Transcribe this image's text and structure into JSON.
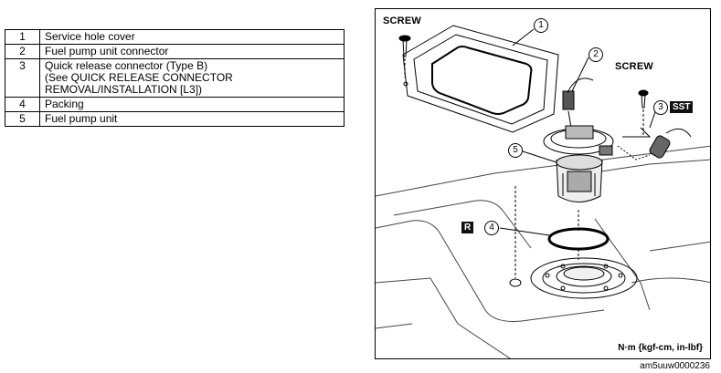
{
  "parts_table": {
    "rows": [
      {
        "number": "1",
        "description": "Service hole cover"
      },
      {
        "number": "2",
        "description": "Fuel pump unit connector"
      },
      {
        "number": "3",
        "description": "Quick release connector (Type B)\n(See QUICK RELEASE CONNECTOR\nREMOVAL/INSTALLATION [L3])"
      },
      {
        "number": "4",
        "description": "Packing"
      },
      {
        "number": "5",
        "description": "Fuel pump unit"
      }
    ]
  },
  "figure": {
    "screw_label_left": "SCREW",
    "screw_label_right": "SCREW",
    "callouts": {
      "c1": "1",
      "c2": "2",
      "c3": "3",
      "c4": "4",
      "c5": "5"
    },
    "badge_sst": "SST",
    "badge_r": "R",
    "units": "N·m {kgf-cm, in-lbf}"
  },
  "document_code": "am5uuw0000236"
}
